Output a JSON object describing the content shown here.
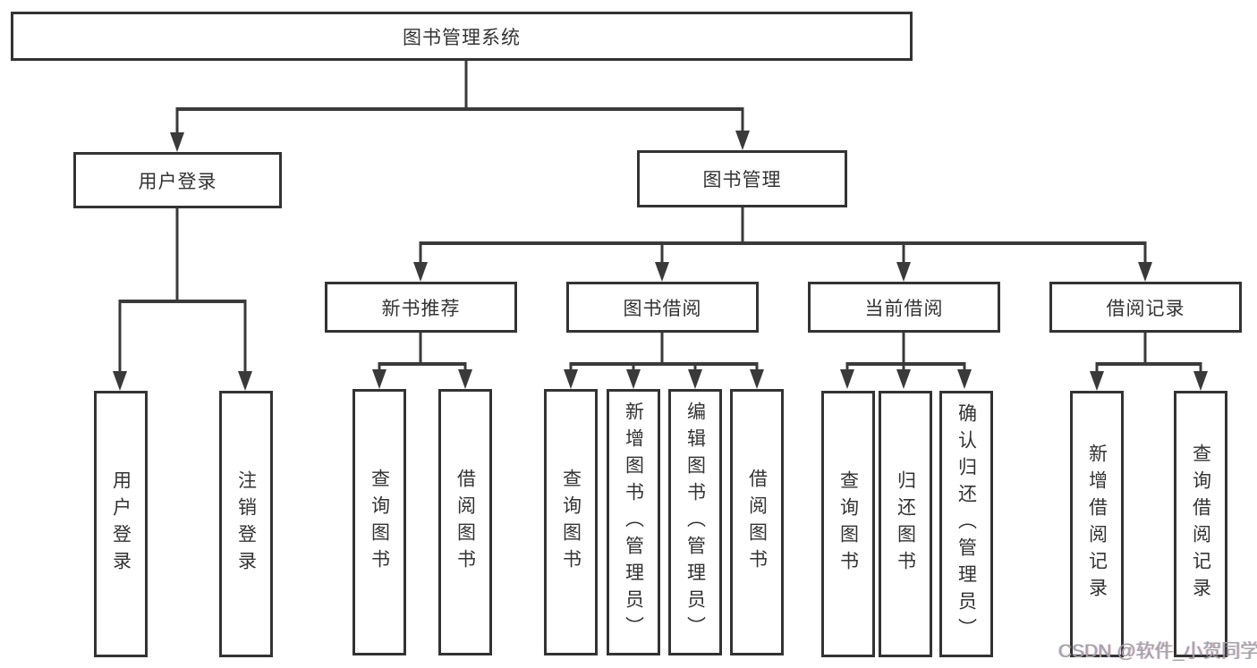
{
  "diagram": {
    "root": {
      "label": "图书管理系统"
    },
    "level2": {
      "user_login": {
        "label": "用户登录"
      },
      "book_mgmt": {
        "label": "图书管理"
      }
    },
    "level3": {
      "new_book_rec": {
        "label": "新书推荐"
      },
      "book_borrow": {
        "label": "图书借阅"
      },
      "current_borrow": {
        "label": "当前借阅"
      },
      "borrow_records": {
        "label": "借阅记录"
      }
    },
    "leaves": {
      "user_login_leaf": {
        "label": "用户登录"
      },
      "logout_leaf": {
        "label": "注销登录"
      },
      "nb_query_books": {
        "label": "查询图书"
      },
      "nb_borrow_books": {
        "label": "借阅图书"
      },
      "bb_query_books": {
        "label": "查询图书"
      },
      "bb_add_books": {
        "label": "新增图书（管理员）"
      },
      "bb_edit_books": {
        "label": "编辑图书（管理员）"
      },
      "bb_borrow_books": {
        "label": "借阅图书"
      },
      "cb_query_books": {
        "label": "查询图书"
      },
      "cb_return_books": {
        "label": "归还图书"
      },
      "cb_confirm_return": {
        "label": "确认归还（管理员）"
      },
      "br_add_record": {
        "label": "新增借阅记录"
      },
      "br_query_record": {
        "label": "查询借阅记录"
      }
    }
  },
  "watermark": {
    "text": "CSDN @软件_小贺同学"
  },
  "colors": {
    "line": "#3a3a3a",
    "border": "#333333",
    "text": "#333333",
    "watermark": "#a3a3a3",
    "background": "#ffffff"
  }
}
